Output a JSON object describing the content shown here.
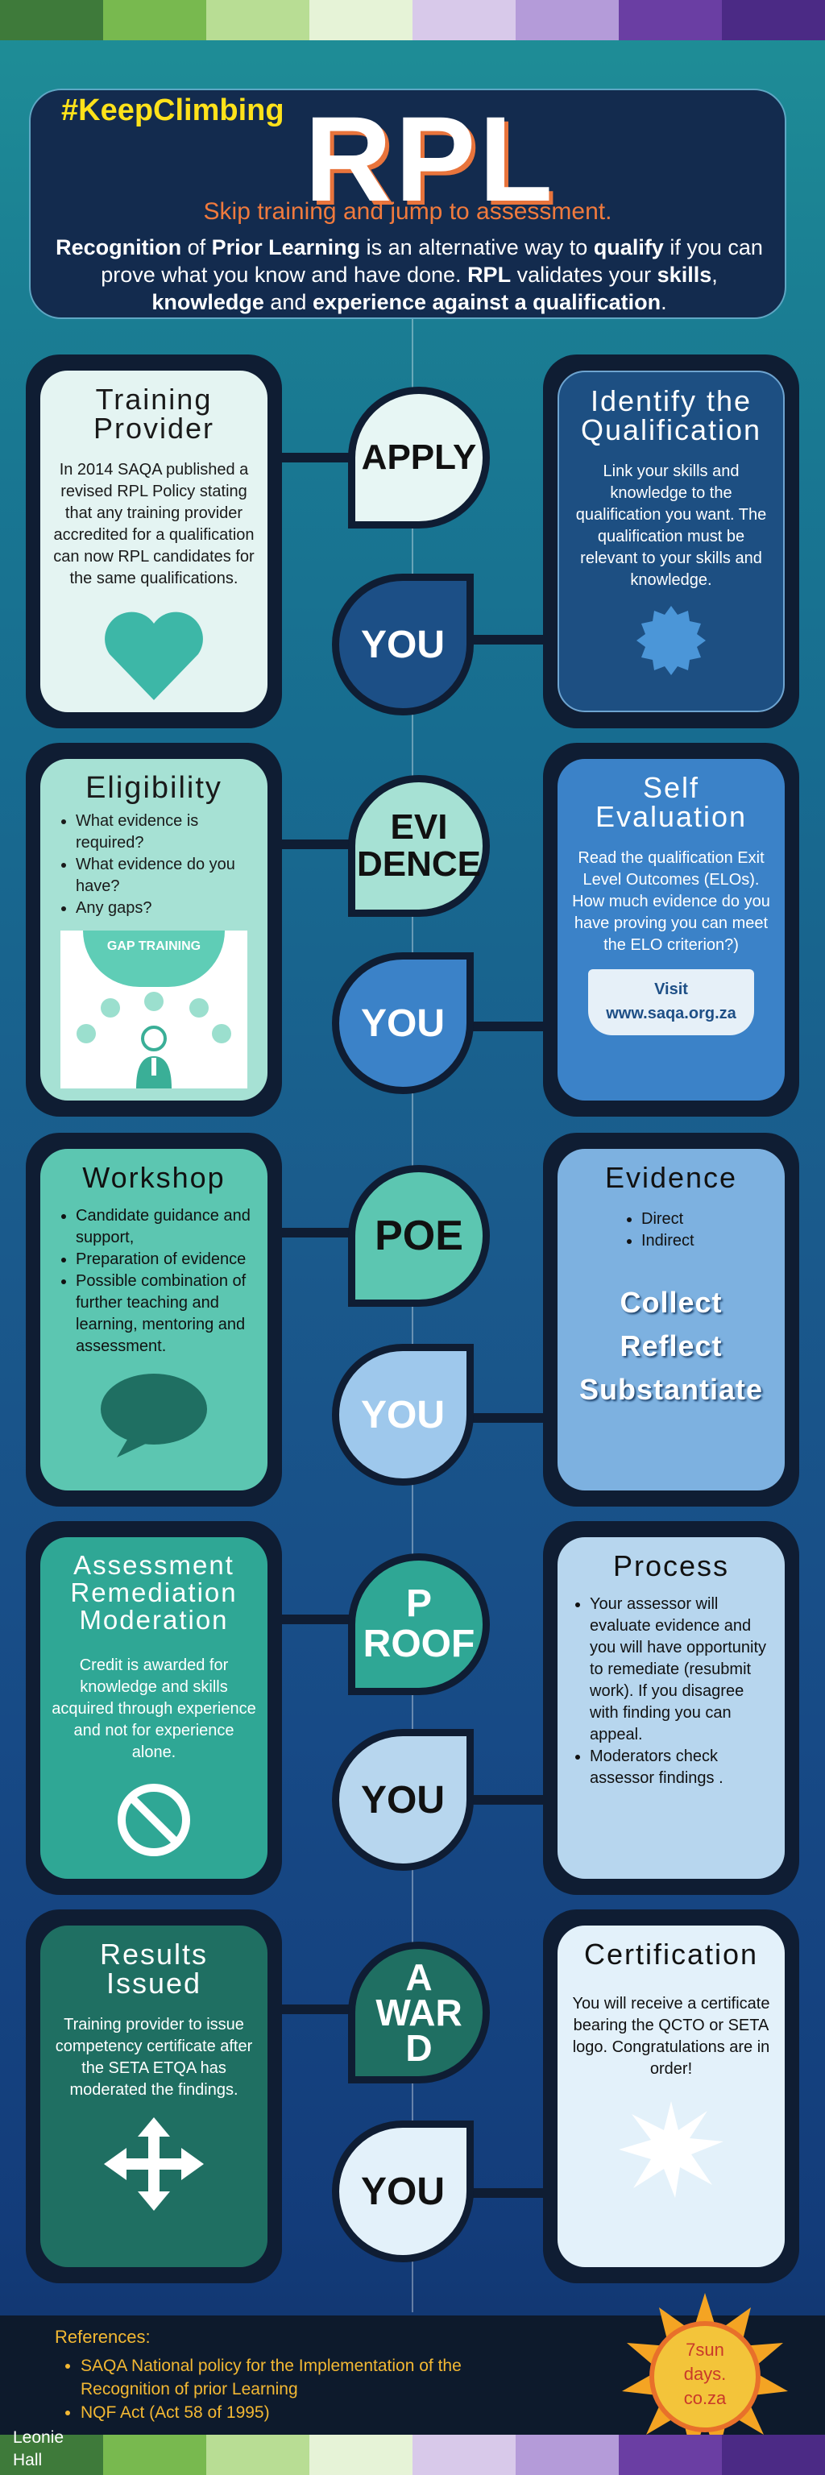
{
  "header": {
    "hashtag": "#KeepClimbing",
    "title": "RPL",
    "tagline": "Skip training and jump to assessment.",
    "intro_parts": [
      "Recognition",
      " of ",
      "Prior Learning",
      " is an alternative way to ",
      "qualify",
      " if you can prove what you know and have done. ",
      "RPL",
      " validates your ",
      "skills",
      ", ",
      "knowledge",
      " and ",
      "experience against a qualification",
      "."
    ]
  },
  "rows": [
    {
      "left": {
        "title": "Training Provider",
        "body": "In 2014 SAQA published a revised RPL Policy stating that any training provider accredited for a qualification can now RPL candidates for the same qualifications.",
        "icon": "heart-icon"
      },
      "top_bubble": "APPLY",
      "bottom_bubble": "YOU",
      "right": {
        "title": "Identify the Qualification",
        "body": "Link your skills and knowledge to the qualification you want. The qualification must be relevant to your skills and knowledge.",
        "icon": "seal-icon"
      }
    },
    {
      "left": {
        "title": "Eligibility",
        "bullets": [
          "What evidence is required?",
          "What evidence do you have?",
          "Any gaps?"
        ],
        "graphic_label": "GAP TRAINING"
      },
      "top_bubble": "EVI DENCE",
      "bottom_bubble": "YOU",
      "right": {
        "title": "Self Evaluation",
        "body": "Read the qualification Exit Level Outcomes (ELOs). How much evidence do you have proving you can meet the ELO criterion?)",
        "banner_line1": "Visit",
        "banner_line2": "www.saqa.org.za"
      }
    },
    {
      "left": {
        "title": "Workshop",
        "bullets": [
          "Candidate guidance and support,",
          "Preparation of evidence",
          "Possible combination of further teaching and learning, mentoring and assessment."
        ],
        "icon": "speech-bubble-icon"
      },
      "top_bubble": "POE",
      "bottom_bubble": "YOU",
      "right": {
        "title": "Evidence",
        "bullets": [
          "Direct",
          "Indirect"
        ],
        "words": [
          "Collect",
          "Reflect",
          "Substantiate"
        ]
      }
    },
    {
      "left": {
        "title": "Assessment Remediation Moderation",
        "body": "Credit is awarded for knowledge and skills acquired through experience and not for experience alone.",
        "icon": "no-entry-icon"
      },
      "top_bubble": "P ROOF",
      "bottom_bubble": "YOU",
      "right": {
        "title": "Process",
        "bullets": [
          "Your assessor will evaluate evidence and you will have opportunity to remediate (resubmit work). If you disagree with finding you can appeal.",
          "Moderators check assessor findings ."
        ]
      }
    },
    {
      "left": {
        "title": "Results Issued",
        "body": "Training provider to issue competency certificate after the SETA ETQA has moderated the findings.",
        "icon": "move-arrows-icon"
      },
      "top_bubble": "A WAR D",
      "bottom_bubble": "YOU",
      "right": {
        "title": "Certification",
        "body": "You will receive a certificate bearing the QCTO or SETA logo. Congratulations are in order!",
        "icon": "starburst-icon"
      }
    }
  ],
  "references": {
    "title": "References:",
    "items": [
      "SAQA National policy for the Implementation of the Recognition of prior Learning",
      "NQF Act (Act 58 of 1995)"
    ]
  },
  "author": "Leonie Hall",
  "logo_text": "7sun days. co.za",
  "colors": {
    "strip": [
      "#3e7a3a",
      "#78b94f",
      "#b8dd94",
      "#e6f3d7",
      "#d8c9ea",
      "#b49bd9",
      "#6a3ea3",
      "#4b2a85"
    ],
    "accent_orange": "#f07a3d",
    "hashtag_yellow": "#ffe21a"
  }
}
